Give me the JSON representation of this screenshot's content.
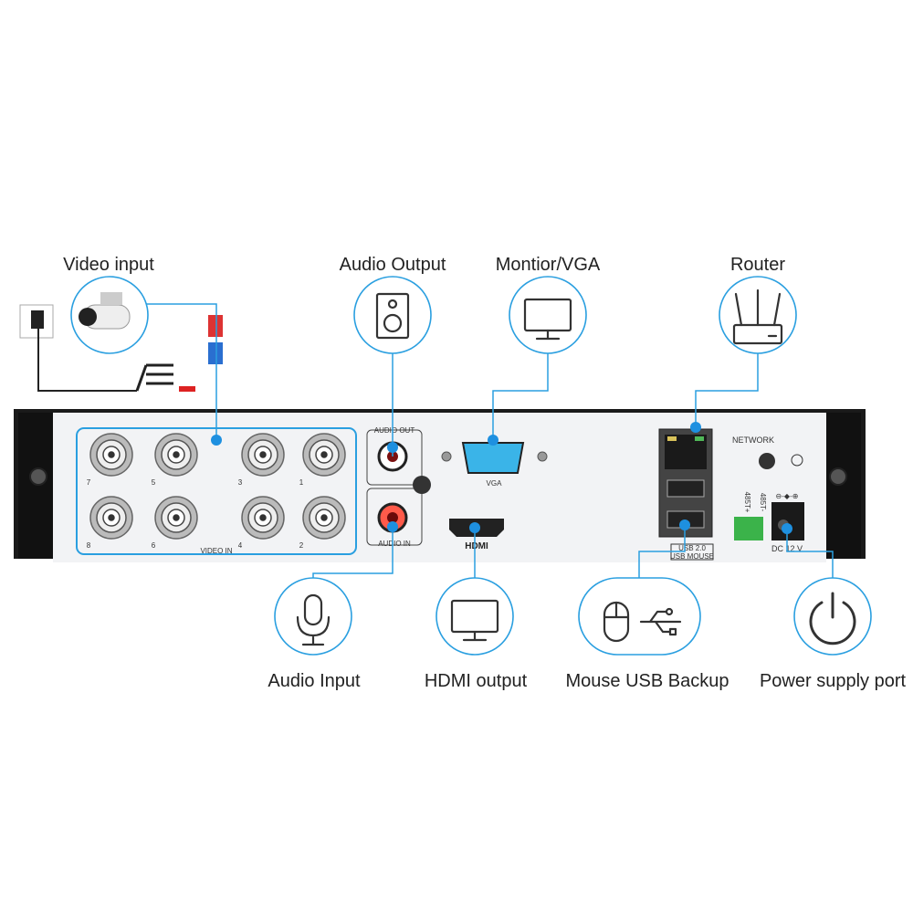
{
  "callouts": {
    "video_input": "Video input",
    "audio_output": "Audio Output",
    "monitor_vga": "Montior/VGA",
    "router": "Router",
    "audio_input": "Audio Input",
    "hdmi_output": "HDMI output",
    "mouse_usb_backup": "Mouse USB Backup",
    "power_supply_port": "Power supply port"
  },
  "panel": {
    "video_in": "VIDEO IN",
    "bnc_numbers_top": [
      "7",
      "5",
      "3",
      "1"
    ],
    "bnc_numbers_bottom": [
      "8",
      "6",
      "4",
      "2"
    ],
    "audio_out": "AUDIO OUT",
    "audio_in": "AUDIO IN",
    "vga": "VGA",
    "hdmi": "HDMI",
    "network": "NETWORK",
    "usb_20": "USB 2.0",
    "usb_mouse": "USB MOUSE",
    "rs485_plus": "485T+",
    "rs485_minus": "485T-",
    "dc_polarity": "⊖-◆-⊕",
    "dc": "DC 12 V"
  },
  "colors": {
    "accent": "#2a9fe0",
    "vga": "#3ab4e8",
    "chassis": "#1a1a1a",
    "panel": "#f2f3f5",
    "terminal": "#3bb34a"
  }
}
